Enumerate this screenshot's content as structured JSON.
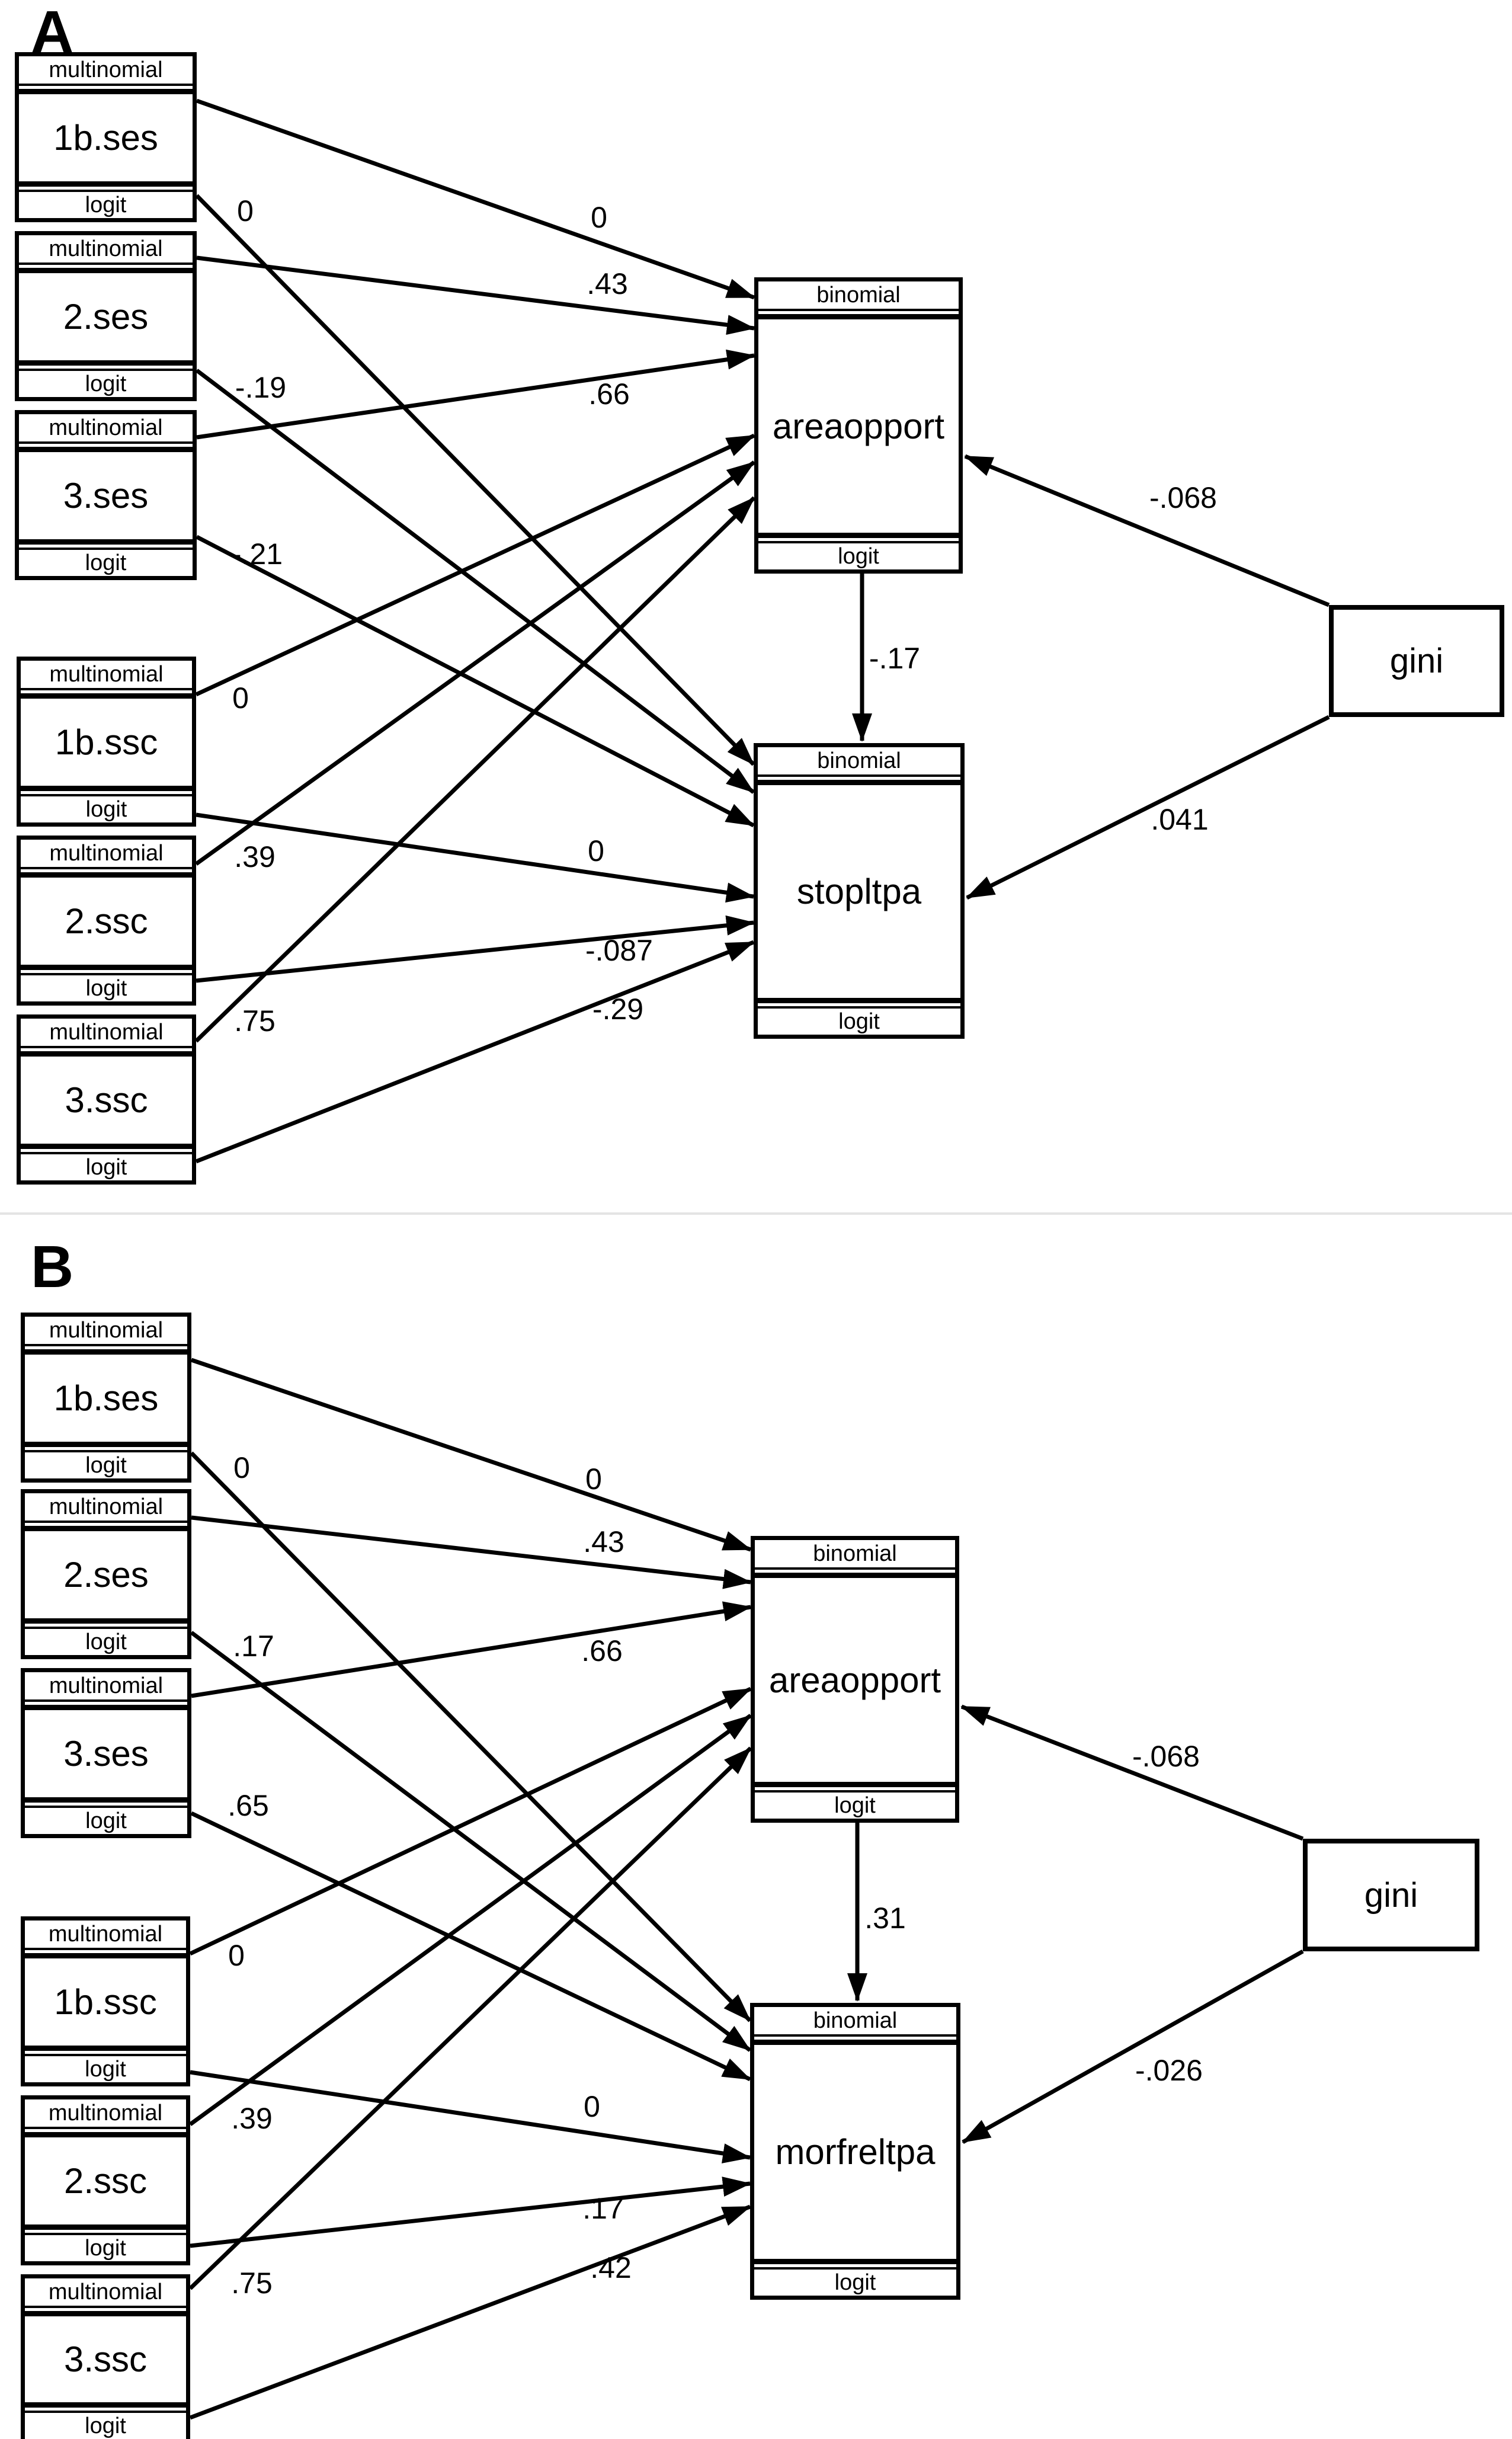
{
  "colors": {
    "line": "#000000",
    "background": "#ffffff",
    "divider": "#e4e4e4"
  },
  "panels": [
    {
      "id": "A",
      "label": "A",
      "nodes": [
        {
          "id": "1b.ses",
          "type": "source",
          "header": "multinomial",
          "label": "1b.ses",
          "footer": "logit"
        },
        {
          "id": "2.ses",
          "type": "source",
          "header": "multinomial",
          "label": "2.ses",
          "footer": "logit"
        },
        {
          "id": "3.ses",
          "type": "source",
          "header": "multinomial",
          "label": "3.ses",
          "footer": "logit"
        },
        {
          "id": "1b.ssc",
          "type": "source",
          "header": "multinomial",
          "label": "1b.ssc",
          "footer": "logit"
        },
        {
          "id": "2.ssc",
          "type": "source",
          "header": "multinomial",
          "label": "2.ssc",
          "footer": "logit"
        },
        {
          "id": "3.ssc",
          "type": "source",
          "header": "multinomial",
          "label": "3.ssc",
          "footer": "logit"
        },
        {
          "id": "areaopport",
          "type": "outcome",
          "header": "binomial",
          "label": "areaopport",
          "footer": "logit"
        },
        {
          "id": "stopltpa",
          "type": "outcome",
          "header": "binomial",
          "label": "stopltpa",
          "footer": "logit"
        },
        {
          "id": "gini",
          "type": "exogenous",
          "label": "gini"
        }
      ],
      "paths": [
        {
          "from": "1b.ses",
          "to": "areaopport",
          "value": "0"
        },
        {
          "from": "2.ses",
          "to": "areaopport",
          "value": ".43"
        },
        {
          "from": "3.ses",
          "to": "areaopport",
          "value": ".66"
        },
        {
          "from": "1b.ses",
          "to": "stopltpa",
          "value": "0"
        },
        {
          "from": "2.ses",
          "to": "stopltpa",
          "value": "-.19"
        },
        {
          "from": "3.ses",
          "to": "stopltpa",
          "value": "-.21"
        },
        {
          "from": "1b.ssc",
          "to": "areaopport",
          "value": "0"
        },
        {
          "from": "2.ssc",
          "to": "areaopport",
          "value": ".39"
        },
        {
          "from": "3.ssc",
          "to": "areaopport",
          "value": ".75"
        },
        {
          "from": "1b.ssc",
          "to": "stopltpa",
          "value": "0"
        },
        {
          "from": "2.ssc",
          "to": "stopltpa",
          "value": "-.087"
        },
        {
          "from": "3.ssc",
          "to": "stopltpa",
          "value": "-.29"
        },
        {
          "from": "gini",
          "to": "areaopport",
          "value": "-.068"
        },
        {
          "from": "gini",
          "to": "stopltpa",
          "value": ".041"
        },
        {
          "from": "areaopport",
          "to": "stopltpa",
          "value": "-.17"
        }
      ]
    },
    {
      "id": "B",
      "label": "B",
      "nodes": [
        {
          "id": "1b.ses",
          "type": "source",
          "header": "multinomial",
          "label": "1b.ses",
          "footer": "logit"
        },
        {
          "id": "2.ses",
          "type": "source",
          "header": "multinomial",
          "label": "2.ses",
          "footer": "logit"
        },
        {
          "id": "3.ses",
          "type": "source",
          "header": "multinomial",
          "label": "3.ses",
          "footer": "logit"
        },
        {
          "id": "1b.ssc",
          "type": "source",
          "header": "multinomial",
          "label": "1b.ssc",
          "footer": "logit"
        },
        {
          "id": "2.ssc",
          "type": "source",
          "header": "multinomial",
          "label": "2.ssc",
          "footer": "logit"
        },
        {
          "id": "3.ssc",
          "type": "source",
          "header": "multinomial",
          "label": "3.ssc",
          "footer": "logit"
        },
        {
          "id": "areaopport",
          "type": "outcome",
          "header": "binomial",
          "label": "areaopport",
          "footer": "logit"
        },
        {
          "id": "morfreltpa",
          "type": "outcome",
          "header": "binomial",
          "label": "morfreltpa",
          "footer": "logit"
        },
        {
          "id": "gini",
          "type": "exogenous",
          "label": "gini"
        }
      ],
      "paths": [
        {
          "from": "1b.ses",
          "to": "areaopport",
          "value": "0"
        },
        {
          "from": "2.ses",
          "to": "areaopport",
          "value": ".43"
        },
        {
          "from": "3.ses",
          "to": "areaopport",
          "value": ".66"
        },
        {
          "from": "1b.ses",
          "to": "morfreltpa",
          "value": "0"
        },
        {
          "from": "2.ses",
          "to": "morfreltpa",
          "value": ".17"
        },
        {
          "from": "3.ses",
          "to": "morfreltpa",
          "value": ".65"
        },
        {
          "from": "1b.ssc",
          "to": "areaopport",
          "value": "0"
        },
        {
          "from": "2.ssc",
          "to": "areaopport",
          "value": ".39"
        },
        {
          "from": "3.ssc",
          "to": "areaopport",
          "value": ".75"
        },
        {
          "from": "1b.ssc",
          "to": "morfreltpa",
          "value": "0"
        },
        {
          "from": "2.ssc",
          "to": "morfreltpa",
          "value": ".17"
        },
        {
          "from": "3.ssc",
          "to": "morfreltpa",
          "value": ".42"
        },
        {
          "from": "gini",
          "to": "areaopport",
          "value": "-.068"
        },
        {
          "from": "gini",
          "to": "morfreltpa",
          "value": "-.026"
        },
        {
          "from": "areaopport",
          "to": "morfreltpa",
          "value": ".31"
        }
      ]
    }
  ]
}
